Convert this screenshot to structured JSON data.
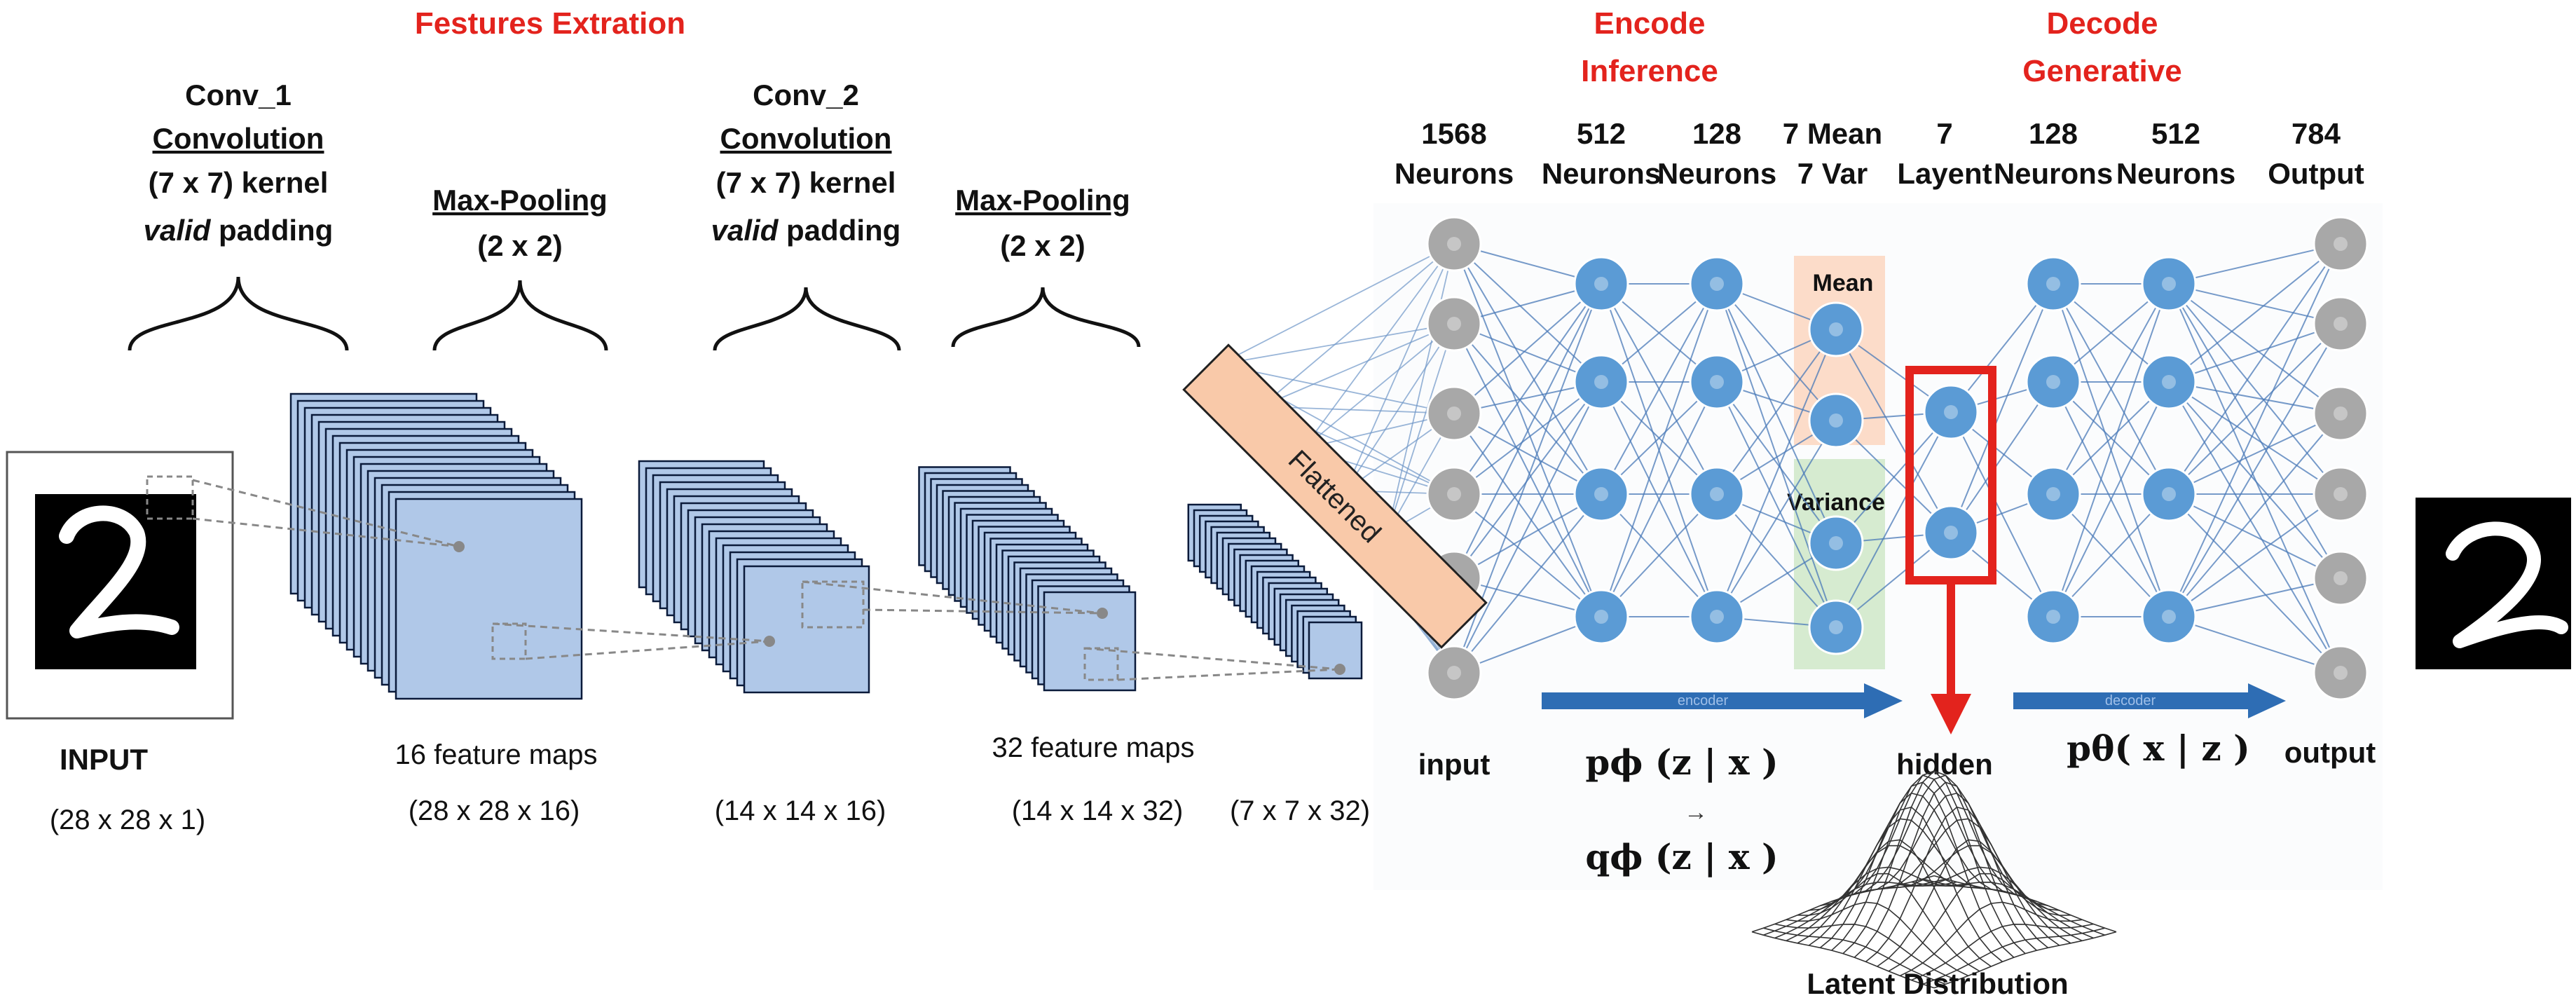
{
  "colors": {
    "red": "#e3231d",
    "map_fill": "#b0c8e8",
    "map_stroke": "#0a1a3a",
    "neuron_blue": "#5b9bd5",
    "neuron_gray": "#a8a8a8",
    "flatten_fill": "#f9c9a9",
    "mean_box": "#fbd6c0",
    "var_box": "#cfe8c8",
    "arrow_blue": "#2e6db4"
  },
  "section_titles": {
    "features": "Festures Extration",
    "encode_1": "Encode",
    "encode_2": "Inference",
    "decode_1": "Decode",
    "decode_2": "Generative"
  },
  "conv1": {
    "l1": "Conv_1",
    "l2": "Convolution",
    "l3": "(7 x 7) kernel",
    "l4_italic": "valid",
    "l4_rest": " padding"
  },
  "pool1": {
    "l1": "Max-Pooling",
    "l2": "(2 x 2)"
  },
  "conv2": {
    "l1": "Conv_2",
    "l2": "Convolution",
    "l3": "(7 x 7) kernel",
    "l4_italic": "valid",
    "l4_rest": " padding"
  },
  "pool2": {
    "l1": "Max-Pooling",
    "l2": "(2 x 2)"
  },
  "input_block": {
    "label": "INPUT",
    "dims": "(28 x 28 x 1)"
  },
  "maps": {
    "m1_label": "16 feature maps",
    "m1_dims": "(28 x 28 x 16)",
    "m2_dims": "(14 x 14 x 16)",
    "m3_label": "32 feature maps",
    "m3_dims": "(14 x 14 x 32)",
    "m4_dims": "(7 x 7 x 32)"
  },
  "flattened": "Flattened",
  "layer_headers": {
    "h1a": "1568",
    "h1b": "Neurons",
    "h2a": "512",
    "h2b": "Neurons",
    "h3a": "128",
    "h3b": "Neurons",
    "h4a": "7 Mean",
    "h4b": "7 Var",
    "h5a": "7",
    "h5b": "Layent",
    "h6a": "128",
    "h6b": "Neurons",
    "h7a": "512",
    "h7b": "Neurons",
    "h8a": "784",
    "h8b": "Output"
  },
  "boxes": {
    "mean": "Mean",
    "variance": "Variance"
  },
  "arrows": {
    "encoder": "encoder",
    "decoder": "decoder"
  },
  "bottom_labels": {
    "input": "input",
    "hidden": "hidden",
    "output": "output",
    "p_phi": "pϕ (z | x )",
    "q_phi": "qϕ (z | x )",
    "p_theta": "pθ( x | z )",
    "approx": "→",
    "latent": "Latent Distribution"
  },
  "digit": "2"
}
